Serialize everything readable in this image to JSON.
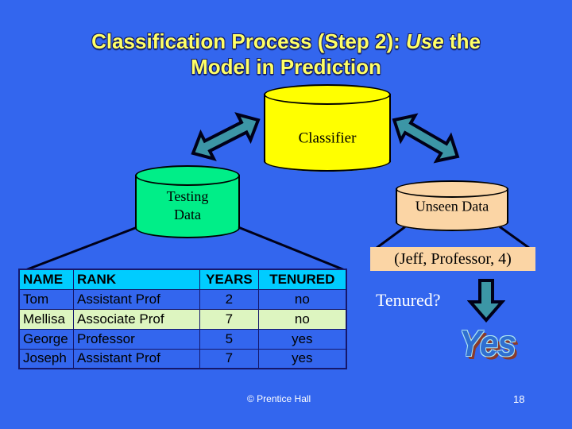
{
  "slide": {
    "background_color": "#3366EE",
    "title_line1_prefix": "Classification Process (Step 2): ",
    "title_line1_italic": "Use",
    "title_line1_suffix": " the",
    "title_line2": "Model in Prediction",
    "title_color": "#FFFF66"
  },
  "shapes": {
    "classifier": {
      "label": "Classifier",
      "color": "#FFFF00"
    },
    "testing_data": {
      "label_line1": "Testing",
      "label_line2": "Data",
      "color": "#00EE88"
    },
    "unseen_data": {
      "label": "Unseen Data",
      "color": "#FBD5A5"
    },
    "jeff_tuple": {
      "label": "(Jeff, Professor, 4)",
      "color": "#FBD5A5"
    },
    "tenured_question": {
      "label": "Tenured?",
      "color": "#FFFFFF"
    },
    "answer_wordart": {
      "label": "Yes",
      "color": "#2F6FD0",
      "shadow_color": "#8A3A2A",
      "outline_color": "#AEE6F2"
    },
    "arrow_color": "#3C96A6"
  },
  "table": {
    "header_color": "#00CCFF",
    "row_color": "#3366EE",
    "highlight_row_color": "#DDF5C0",
    "columns": [
      "NAME",
      "RANK",
      "YEARS",
      "TENURED"
    ],
    "rows": [
      {
        "name": "Tom",
        "rank": "Assistant Prof",
        "years": "2",
        "tenured": "no",
        "highlight": false
      },
      {
        "name": "Mellisa",
        "rank": "Associate Prof",
        "years": "7",
        "tenured": "no",
        "highlight": true
      },
      {
        "name": "George",
        "rank": "Professor",
        "years": "5",
        "tenured": "yes",
        "highlight": false
      },
      {
        "name": "Joseph",
        "rank": "Assistant Prof",
        "years": "7",
        "tenured": "yes",
        "highlight": false
      }
    ]
  },
  "footer": {
    "credit": "© Prentice Hall",
    "page_number": "18"
  }
}
